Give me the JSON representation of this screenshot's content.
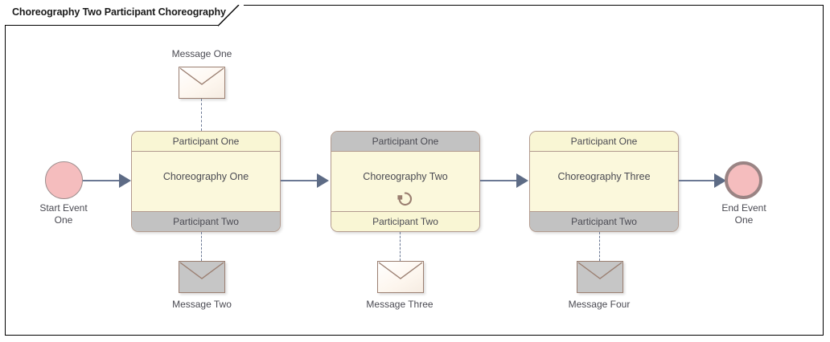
{
  "frame": {
    "title": "Choreography Two Participant Choreography"
  },
  "events": [
    {
      "id": "start-event-one",
      "type": "start",
      "label_line1": "Start Event",
      "label_line2": "One",
      "fill": "#f5bdbe",
      "stroke": "#9c8d8d"
    },
    {
      "id": "end-event-one",
      "type": "end",
      "label_line1": "End Event",
      "label_line2": "One",
      "fill": "#f5bdbe",
      "stroke": "#9a8484"
    }
  ],
  "choreography_tasks": [
    {
      "id": "choreography-one",
      "name": "Choreography One",
      "top_participant": "Participant One",
      "bottom_participant": "Participant Two",
      "top_band_style": "cream",
      "bottom_band_style": "gray",
      "initiator": "Participant One",
      "loop_marker": false
    },
    {
      "id": "choreography-two",
      "name": "Choreography Two",
      "top_participant": "Participant One",
      "bottom_participant": "Participant Two",
      "top_band_style": "gray",
      "bottom_band_style": "cream",
      "initiator": "Participant Two",
      "loop_marker": true
    },
    {
      "id": "choreography-three",
      "name": "Choreography Three",
      "top_participant": "Participant One",
      "bottom_participant": "Participant Two",
      "top_band_style": "cream",
      "bottom_band_style": "gray",
      "initiator": "Participant One",
      "loop_marker": false
    }
  ],
  "messages": [
    {
      "id": "message-one",
      "label": "Message One",
      "style": "white",
      "position": "above",
      "attached_to": "choreography-one"
    },
    {
      "id": "message-two",
      "label": "Message Two",
      "style": "gray",
      "position": "below",
      "attached_to": "choreography-one"
    },
    {
      "id": "message-three",
      "label": "Message Three",
      "style": "white",
      "position": "below",
      "attached_to": "choreography-two"
    },
    {
      "id": "message-four",
      "label": "Message Four",
      "style": "gray",
      "position": "below",
      "attached_to": "choreography-three"
    }
  ],
  "colors": {
    "cream_band": "#f9f6d4",
    "gray_band": "#c2c2c2",
    "task_body": "#fbf8dc",
    "task_border": "#b29a8e",
    "event_fill": "#f5bdbe",
    "connector": "#6b7894",
    "arrowhead": "#5d6b85",
    "text": "#4a4a52",
    "frame_border": "#000000"
  }
}
